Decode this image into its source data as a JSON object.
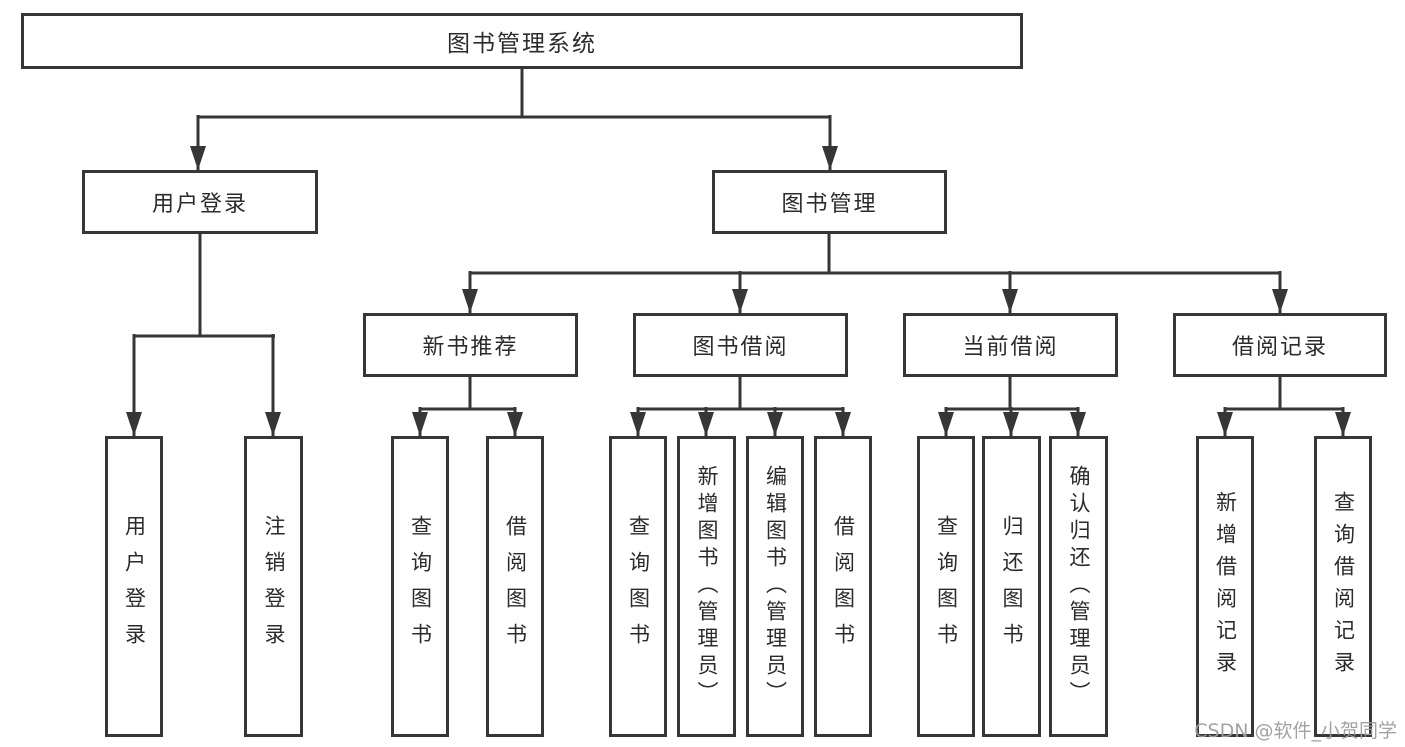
{
  "diagram": {
    "root": {
      "label": "图书管理系统"
    },
    "branches": [
      {
        "label": "用户登录",
        "children": [
          {
            "label": "用户登录"
          },
          {
            "label": "注销登录"
          }
        ]
      },
      {
        "label": "图书管理",
        "children": [
          {
            "label": "新书推荐",
            "children": [
              {
                "label": "查询图书"
              },
              {
                "label": "借阅图书"
              }
            ]
          },
          {
            "label": "图书借阅",
            "children": [
              {
                "label": "查询图书"
              },
              {
                "label": "新增图书（管理员）"
              },
              {
                "label": "编辑图书（管理员）"
              },
              {
                "label": "借阅图书"
              }
            ]
          },
          {
            "label": "当前借阅",
            "children": [
              {
                "label": "查询图书"
              },
              {
                "label": "归还图书"
              },
              {
                "label": "确认归还（管理员）"
              }
            ]
          },
          {
            "label": "借阅记录",
            "children": [
              {
                "label": "新增借阅记录"
              },
              {
                "label": "查询借阅记录"
              }
            ]
          }
        ]
      }
    ]
  },
  "watermark": {
    "text": "CSDN @软件_小贺同学"
  },
  "colors": {
    "line": "#363636",
    "text": "#2b2b2b",
    "box_fill": "#ffffff",
    "background": "#ffffff",
    "watermark": "#9e9e9e"
  }
}
